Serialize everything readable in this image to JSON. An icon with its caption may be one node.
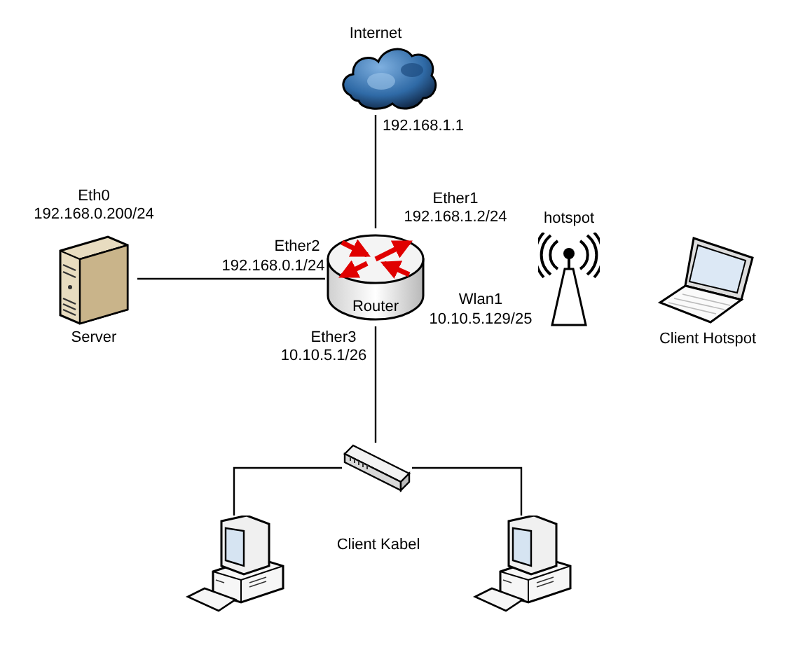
{
  "diagram": {
    "nodes": [
      {
        "text": [
          "Internet"
        ],
        "beside": [
          "192.168.1.1"
        ]
      },
      {
        "text": [
          "Server"
        ],
        "beside": [
          "Eth0",
          "192.168.0.200/24"
        ]
      },
      {
        "text": [
          "Router"
        ],
        "beside": [
          "Ether1",
          "192.168.1.2/24",
          "Ether2",
          "192.168.0.1/24",
          "Ether3",
          "10.10.5.1/26"
        ]
      },
      {
        "text": [
          "hotspot"
        ],
        "beside": [
          "Wlan1",
          "10.10.5.129/25"
        ]
      },
      {
        "text": [
          "Client Hotspot"
        ]
      },
      {
        "text": [],
        "shape": "picture"
      },
      {
        "text": [],
        "shape": "picture"
      },
      {
        "text": [],
        "shape": "picture"
      }
    ],
    "edges": [
      {
        "from": 0,
        "to": 2,
        "arrow": "none"
      },
      {
        "from": 1,
        "to": 2,
        "arrow": "none"
      },
      {
        "from": 2,
        "to": 5,
        "arrow": "none"
      },
      {
        "from": 5,
        "to": 6,
        "arrow": "none"
      },
      {
        "from": 5,
        "to": 7,
        "arrow": "none"
      }
    ],
    "labels": [
      "Client Kabel"
    ]
  }
}
